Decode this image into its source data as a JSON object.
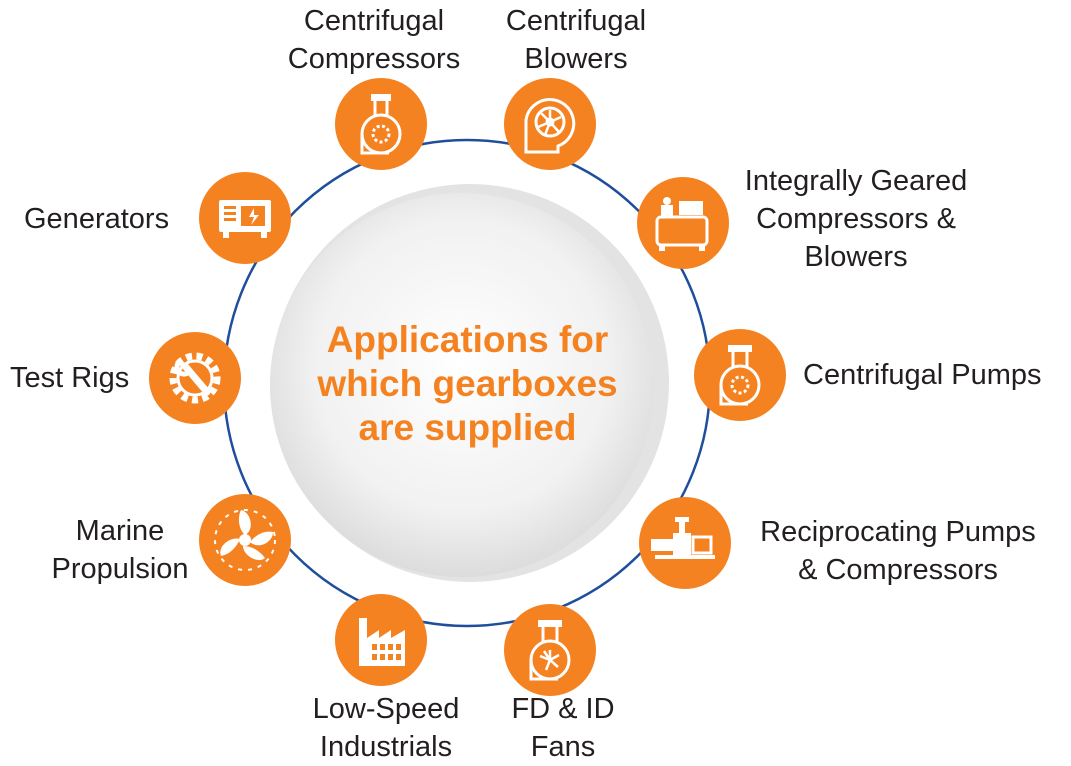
{
  "center": {
    "title_lines": [
      "Applications for",
      "which gearboxes",
      "are supplied"
    ]
  },
  "colors": {
    "accent": "#f58220",
    "ring": "#1f4e9c",
    "text": "#231f20"
  },
  "applications": [
    {
      "lines": [
        "Centrifugal",
        "Compressors"
      ],
      "icon": "centrifugal-compressor-icon"
    },
    {
      "lines": [
        "Centrifugal",
        "Blowers"
      ],
      "icon": "centrifugal-blower-icon"
    },
    {
      "lines": [
        "Integrally Geared",
        "Compressors &",
        "Blowers"
      ],
      "icon": "integrally-geared-compressor-icon"
    },
    {
      "lines": [
        "Centrifugal Pumps"
      ],
      "icon": "centrifugal-pump-icon"
    },
    {
      "lines": [
        "Reciprocating Pumps",
        "& Compressors"
      ],
      "icon": "reciprocating-pump-icon"
    },
    {
      "lines": [
        "FD & ID",
        "Fans"
      ],
      "icon": "fan-icon"
    },
    {
      "lines": [
        "Low-Speed",
        "Industrials"
      ],
      "icon": "factory-icon"
    },
    {
      "lines": [
        "Marine",
        "Propulsion"
      ],
      "icon": "propeller-icon"
    },
    {
      "lines": [
        "Test Rigs"
      ],
      "icon": "gear-wrench-icon"
    },
    {
      "lines": [
        "Generators"
      ],
      "icon": "generator-icon"
    }
  ]
}
